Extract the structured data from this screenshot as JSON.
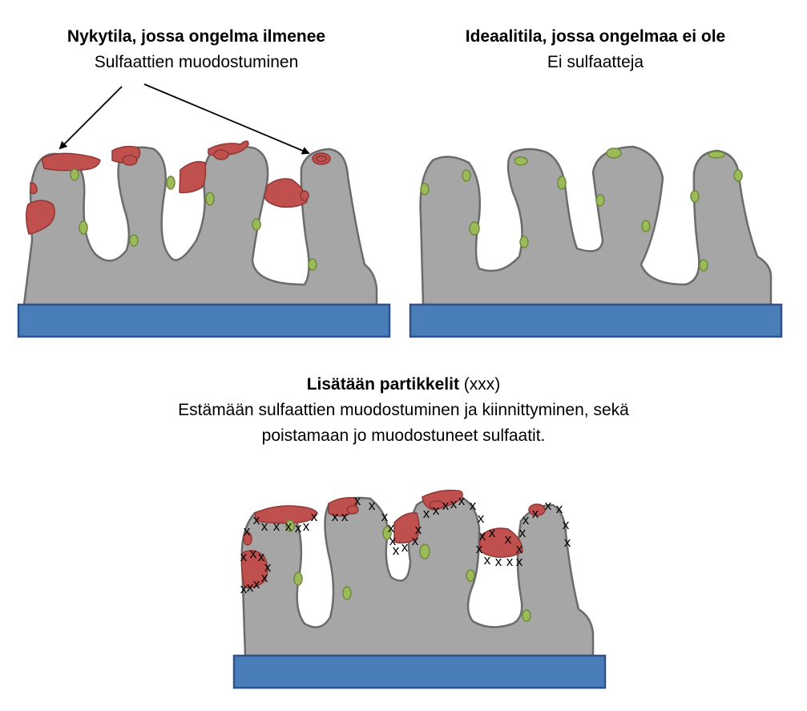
{
  "captions": {
    "current": {
      "title": "Nykytila, jossa ongelma ilmenee",
      "subtitle": "Sulfaattien muodostuminen"
    },
    "ideal": {
      "title": "Ideaalitila, jossa ongelmaa ei ole",
      "subtitle": "Ei sulfaatteja"
    },
    "particles": {
      "title_bold": "Lisätään partikkelit",
      "title_rest": " (xxx)",
      "line1": "Estämään sulfaattien muodostuminen ja kiinnittyminen, sekä",
      "line2": "poistamaan jo muodostuneet sulfaatit."
    }
  },
  "particle_mark": "x",
  "colors": {
    "electrode": "#4a7ebb",
    "electrode_border": "#2f528f",
    "material": "#a6a6a6",
    "material_border": "#6b6b6b",
    "sulfate": "#c0504d",
    "sulfate_border": "#8c3836",
    "grain": "#9bbb59",
    "grain_border": "#71893f"
  }
}
